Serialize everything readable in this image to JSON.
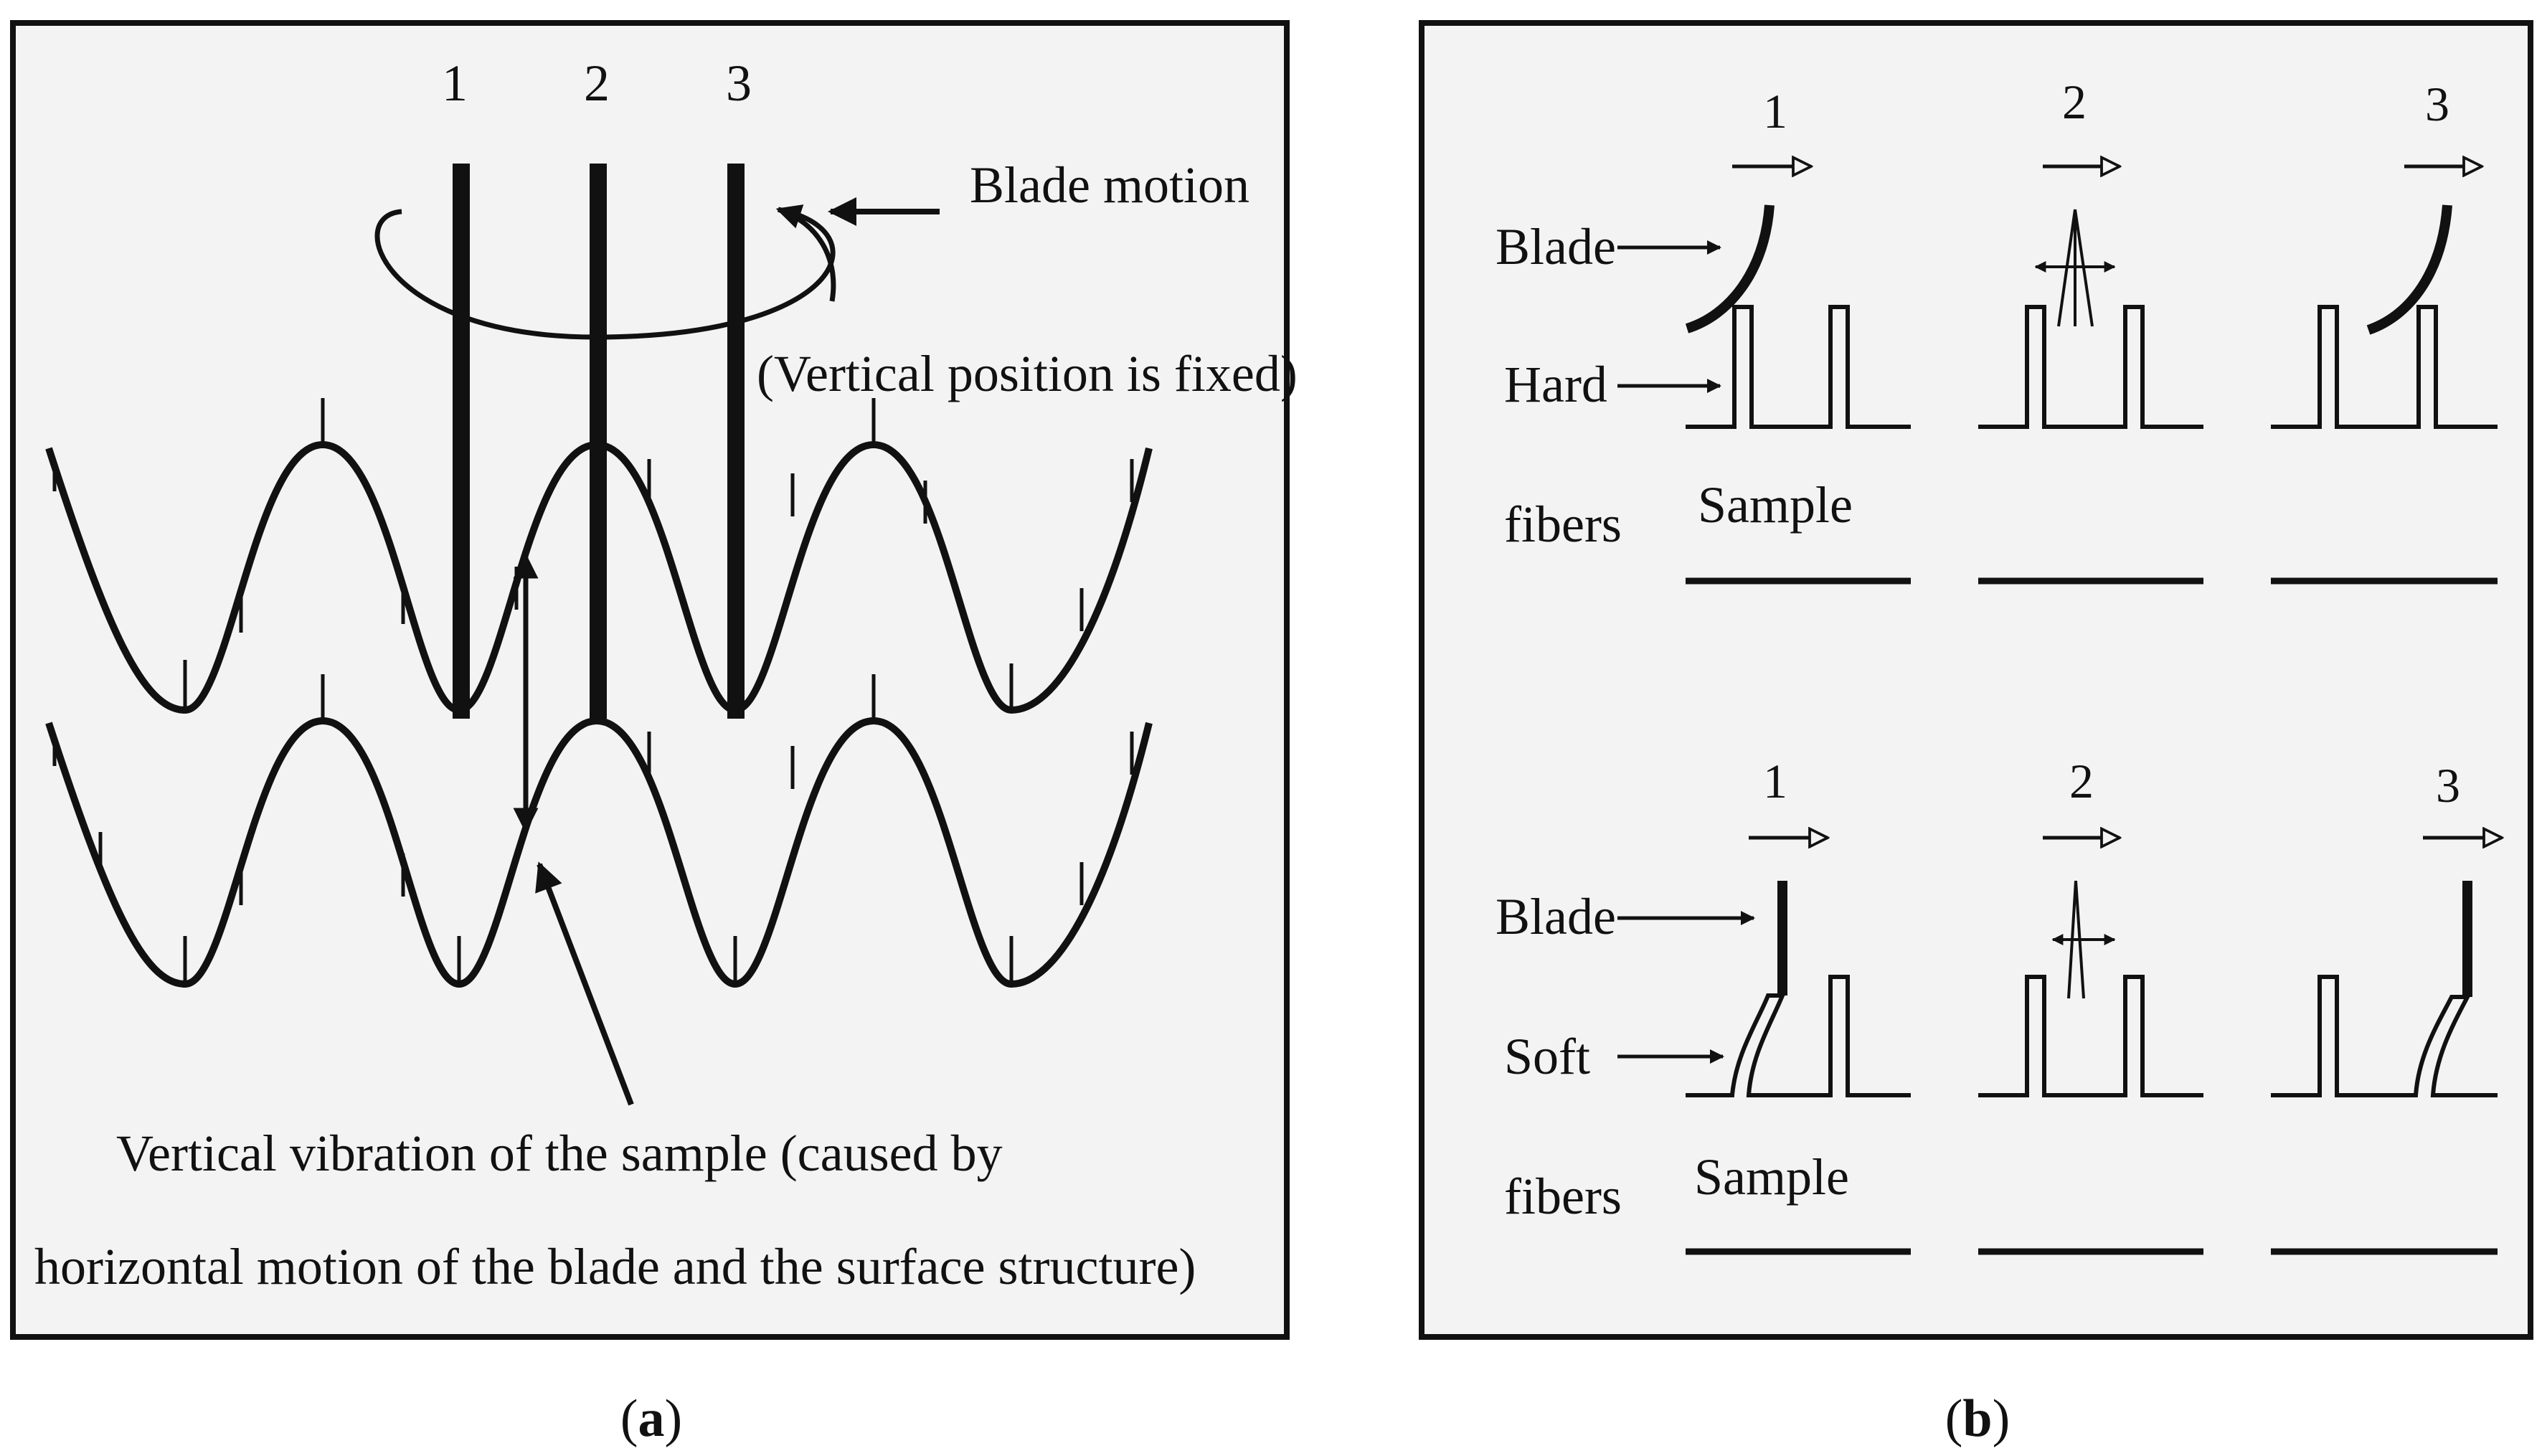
{
  "panel_a": {
    "blade_numbers": [
      "1",
      "2",
      "3"
    ],
    "blade_motion_label": "Blade motion",
    "vertical_fixed_label": "(Vertical position is fixed)",
    "vibration_line1": "Vertical vibration of the sample (caused by",
    "vibration_line2": "horizontal motion of the blade and the surface structure)"
  },
  "panel_b": {
    "top": {
      "blade_label": "Blade",
      "fiber_word1": "Hard",
      "fiber_word2": "fibers",
      "sample_label": "Sample",
      "step_numbers": [
        "1",
        "2",
        "3"
      ]
    },
    "bottom": {
      "blade_label": "Blade",
      "fiber_word1": "Soft",
      "fiber_word2": "fibers",
      "sample_label": "Sample",
      "step_numbers": [
        "1",
        "2",
        "3"
      ]
    }
  },
  "captions": {
    "a": {
      "open": "(",
      "letter": "a",
      "close": ")"
    },
    "b": {
      "open": "(",
      "letter": "b",
      "close": ")"
    }
  },
  "colors": {
    "panel_background": "#f3f3f3",
    "ink": "#111111",
    "page_background": "#ffffff"
  }
}
